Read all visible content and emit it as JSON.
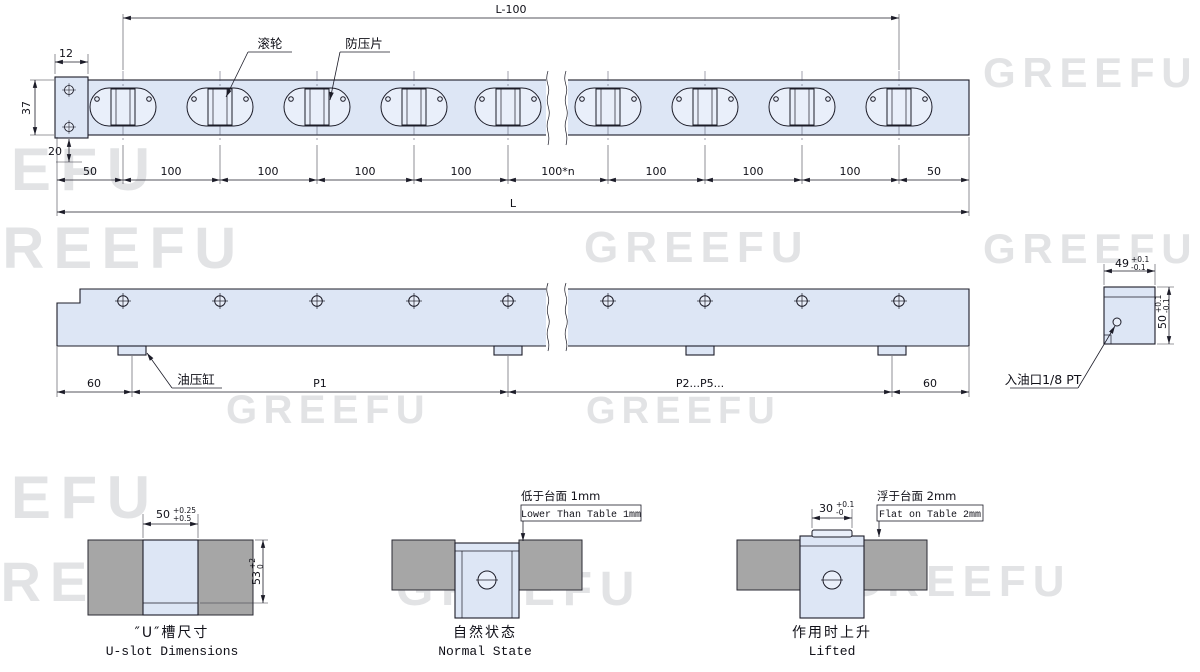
{
  "watermark": "GREEFU",
  "colors": {
    "part_fill": "#dde6f5",
    "line": "#1c1c28",
    "table_gray": "#a6a6a6",
    "watermark_gray": "#9ea2aa"
  },
  "top_view": {
    "label_roller": "滚轮",
    "label_guard": "防压片",
    "dim_top": "L-100",
    "dim_left_width": "12",
    "dim_height": "37",
    "dim_left_offset": "20",
    "chain": [
      "50",
      "100",
      "100",
      "100",
      "100",
      "100*n",
      "100",
      "100",
      "100",
      "50"
    ],
    "dim_total": "L"
  },
  "side_view": {
    "label_cylinder": "油压缸",
    "dim_left": "60",
    "dim_p1": "P1",
    "dim_p2": "P2...P5...",
    "dim_right": "60"
  },
  "end_view": {
    "dim_width": "49",
    "dim_width_tol_top": "+0.1",
    "dim_width_tol_bot": "-0.1",
    "dim_height": "50",
    "dim_height_tol_top": "+0.1",
    "dim_height_tol_bot": "-0.1",
    "label_oil_port": "入油口1/8 PT"
  },
  "detail_uslot": {
    "dim_width": "50",
    "dim_width_tol_top": "+0.25",
    "dim_width_tol_bot": "+0.5",
    "dim_depth": "53",
    "dim_depth_tol_top": "+2",
    "dim_depth_tol_bot": "0",
    "caption_cn": "″U″槽尺寸",
    "caption_en": "U-slot Dimensions"
  },
  "detail_normal": {
    "note_cn": "低于台面 1mm",
    "note_en": "Lower Than Table 1mm",
    "caption_cn": "自然状态",
    "caption_en": "Normal State"
  },
  "detail_lifted": {
    "dim_width": "30",
    "dim_width_tol_top": "+0.1",
    "dim_width_tol_bot": "-0",
    "note_cn": "浮于台面 2mm",
    "note_en": "Flat on Table 2mm",
    "caption_cn": "作用时上升",
    "caption_en": "Lifted"
  }
}
